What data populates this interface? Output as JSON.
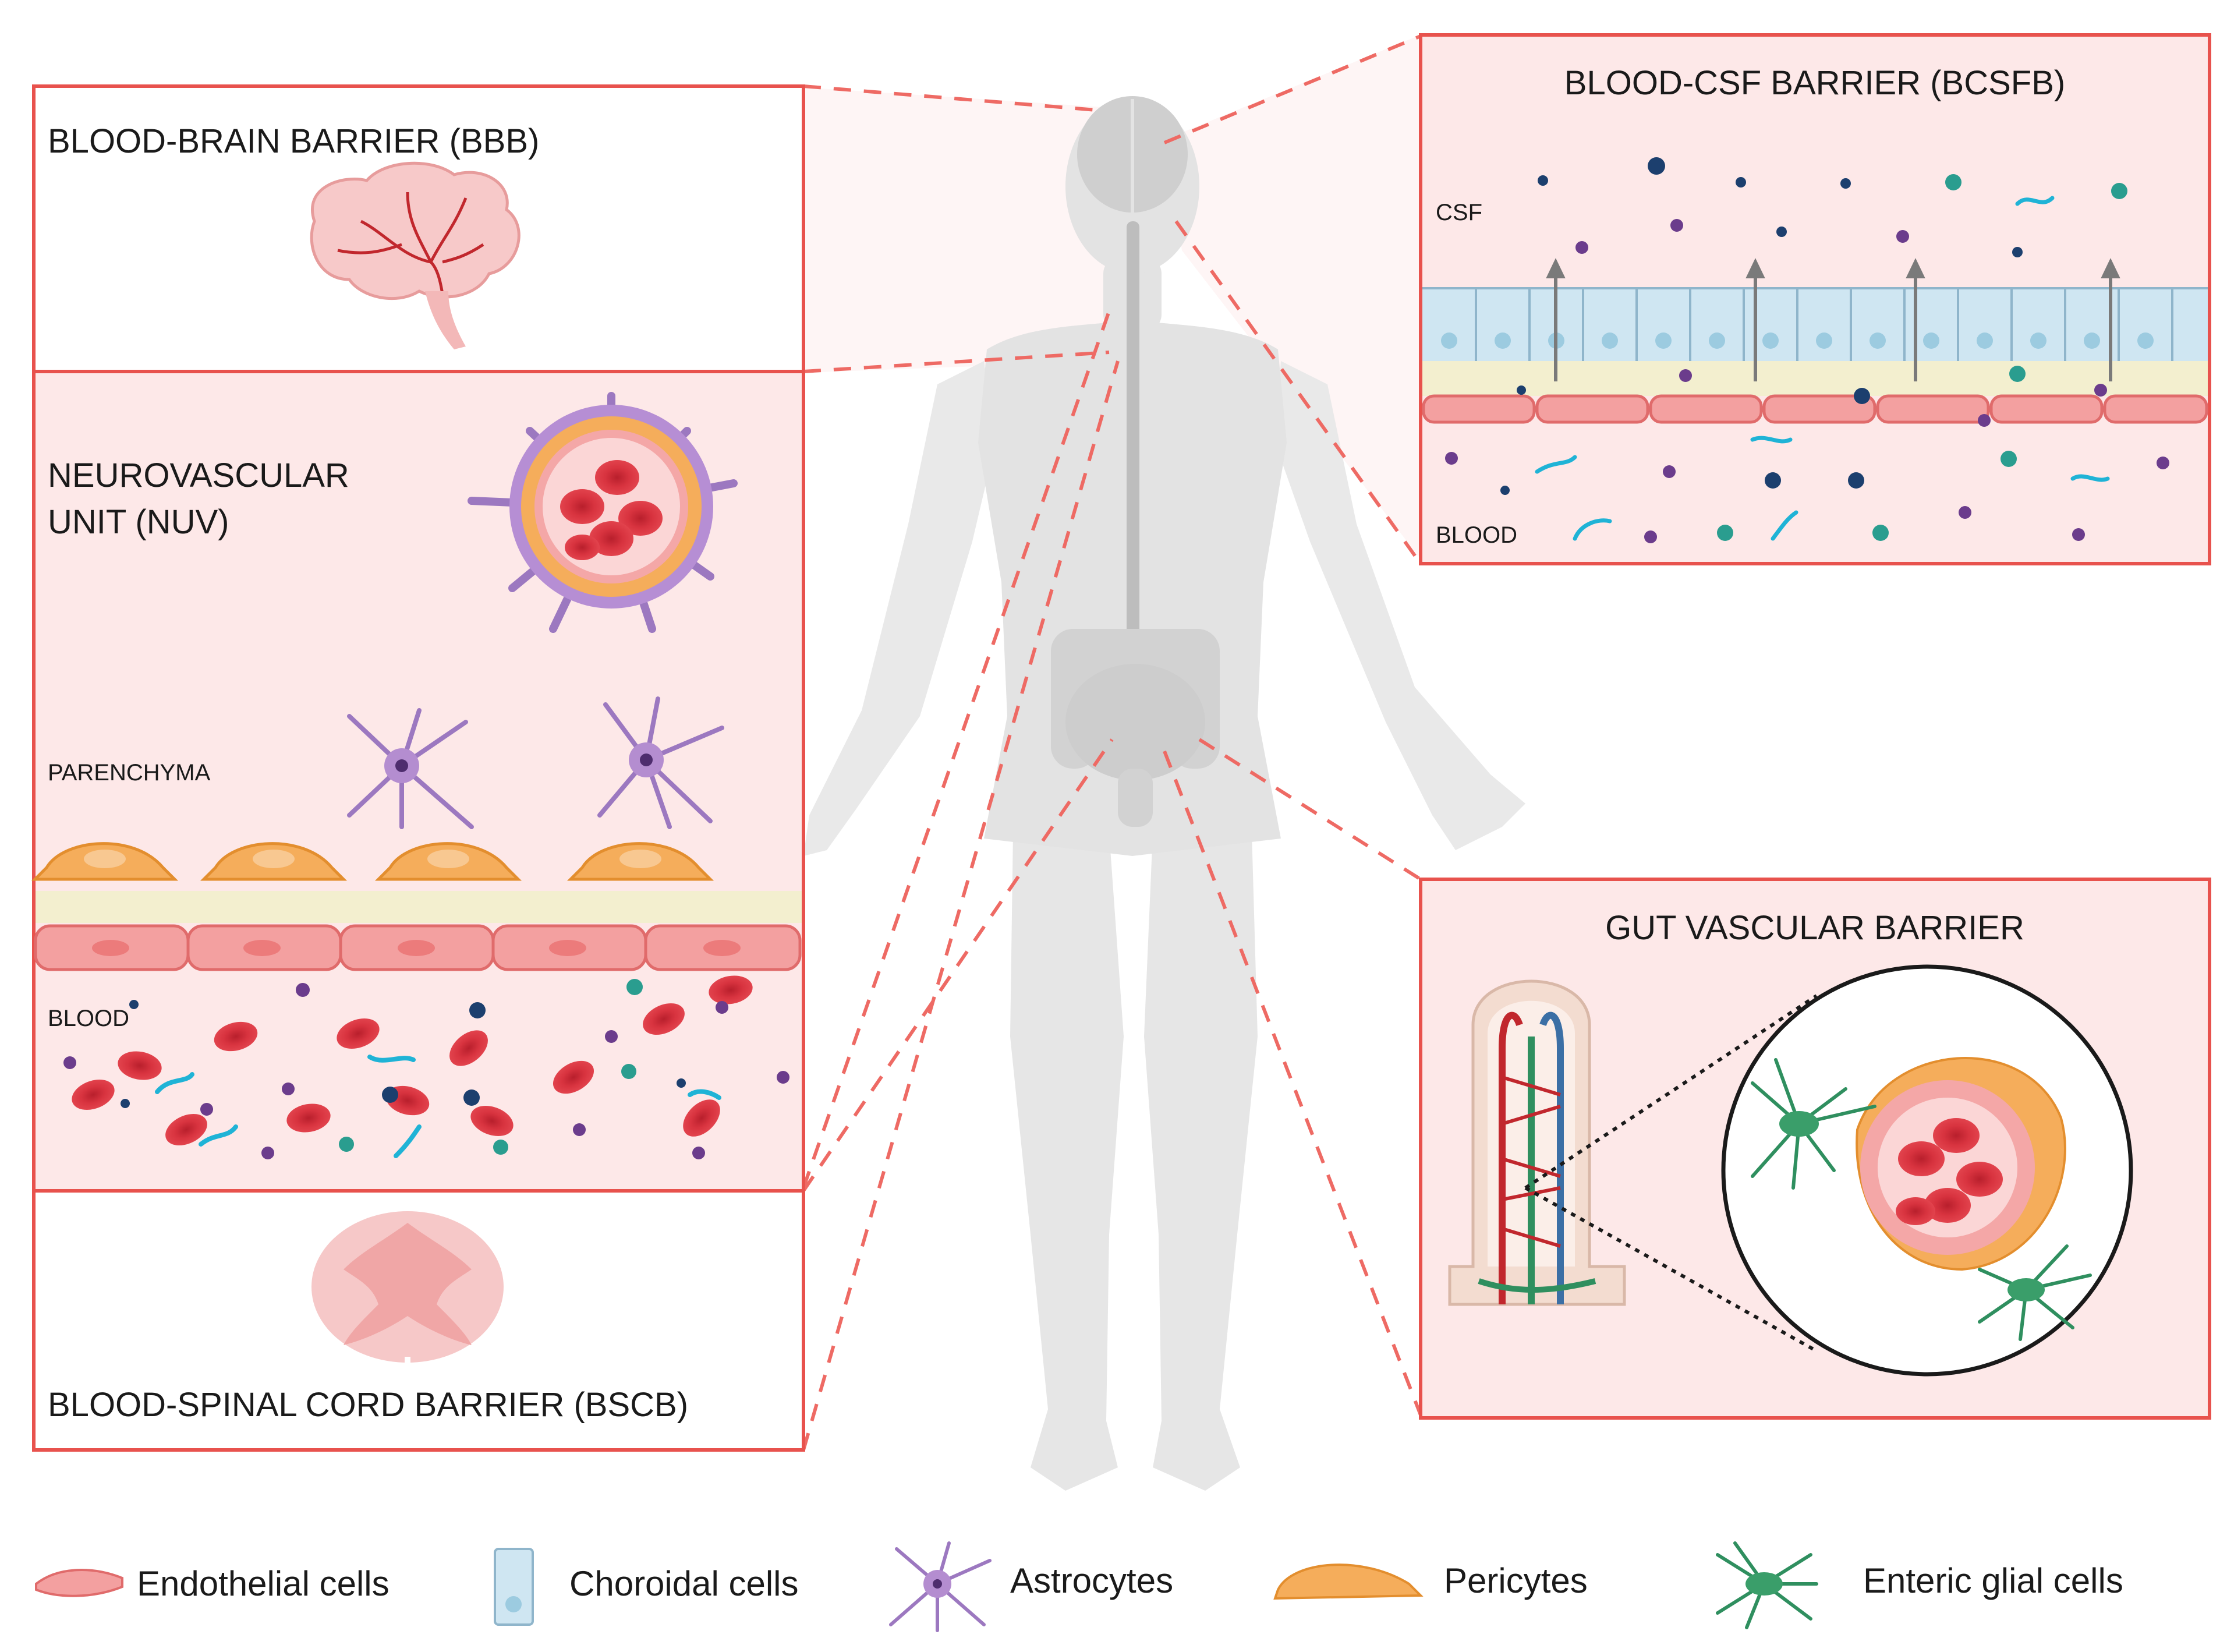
{
  "panels": {
    "bbb": {
      "title": "BLOOD-BRAIN BARRIER (BBB)"
    },
    "nvu": {
      "title_line1": "NEUROVASCULAR",
      "title_line2": "UNIT (NUV)",
      "parenchyma_label": "PARENCHYMA",
      "blood_label": "BLOOD"
    },
    "bscb": {
      "title": "BLOOD-SPINAL CORD BARRIER (BSCB)"
    },
    "bcsfb": {
      "title": "BLOOD-CSF BARRIER (BCSFB)",
      "csf_label": "CSF",
      "blood_label": "BLOOD"
    },
    "gut": {
      "title": "GUT VASCULAR BARRIER"
    }
  },
  "legend": [
    {
      "id": "endothelial",
      "label": "Endothelial cells",
      "icon": "endothelial-cell-icon"
    },
    {
      "id": "choroidal",
      "label": "Choroidal cells",
      "icon": "choroidal-cell-icon"
    },
    {
      "id": "astrocytes",
      "label": "Astrocytes",
      "icon": "astrocyte-icon"
    },
    {
      "id": "pericytes",
      "label": "Pericytes",
      "icon": "pericyte-icon"
    },
    {
      "id": "enteric",
      "label": "Enteric glial cells",
      "icon": "enteric-glial-cell-icon"
    }
  ],
  "colors": {
    "panel_border": "#e8524d",
    "panel_fill": "#fde8e8",
    "endothelial": "#f08c8c",
    "choroidal": "#cfe6f2",
    "astrocyte": "#9c78c0",
    "pericyte": "#f5ad5b",
    "enteric_glia": "#2f8f5f",
    "red_blood_cell": "#d62f3b",
    "body": "#e6e6e6"
  }
}
